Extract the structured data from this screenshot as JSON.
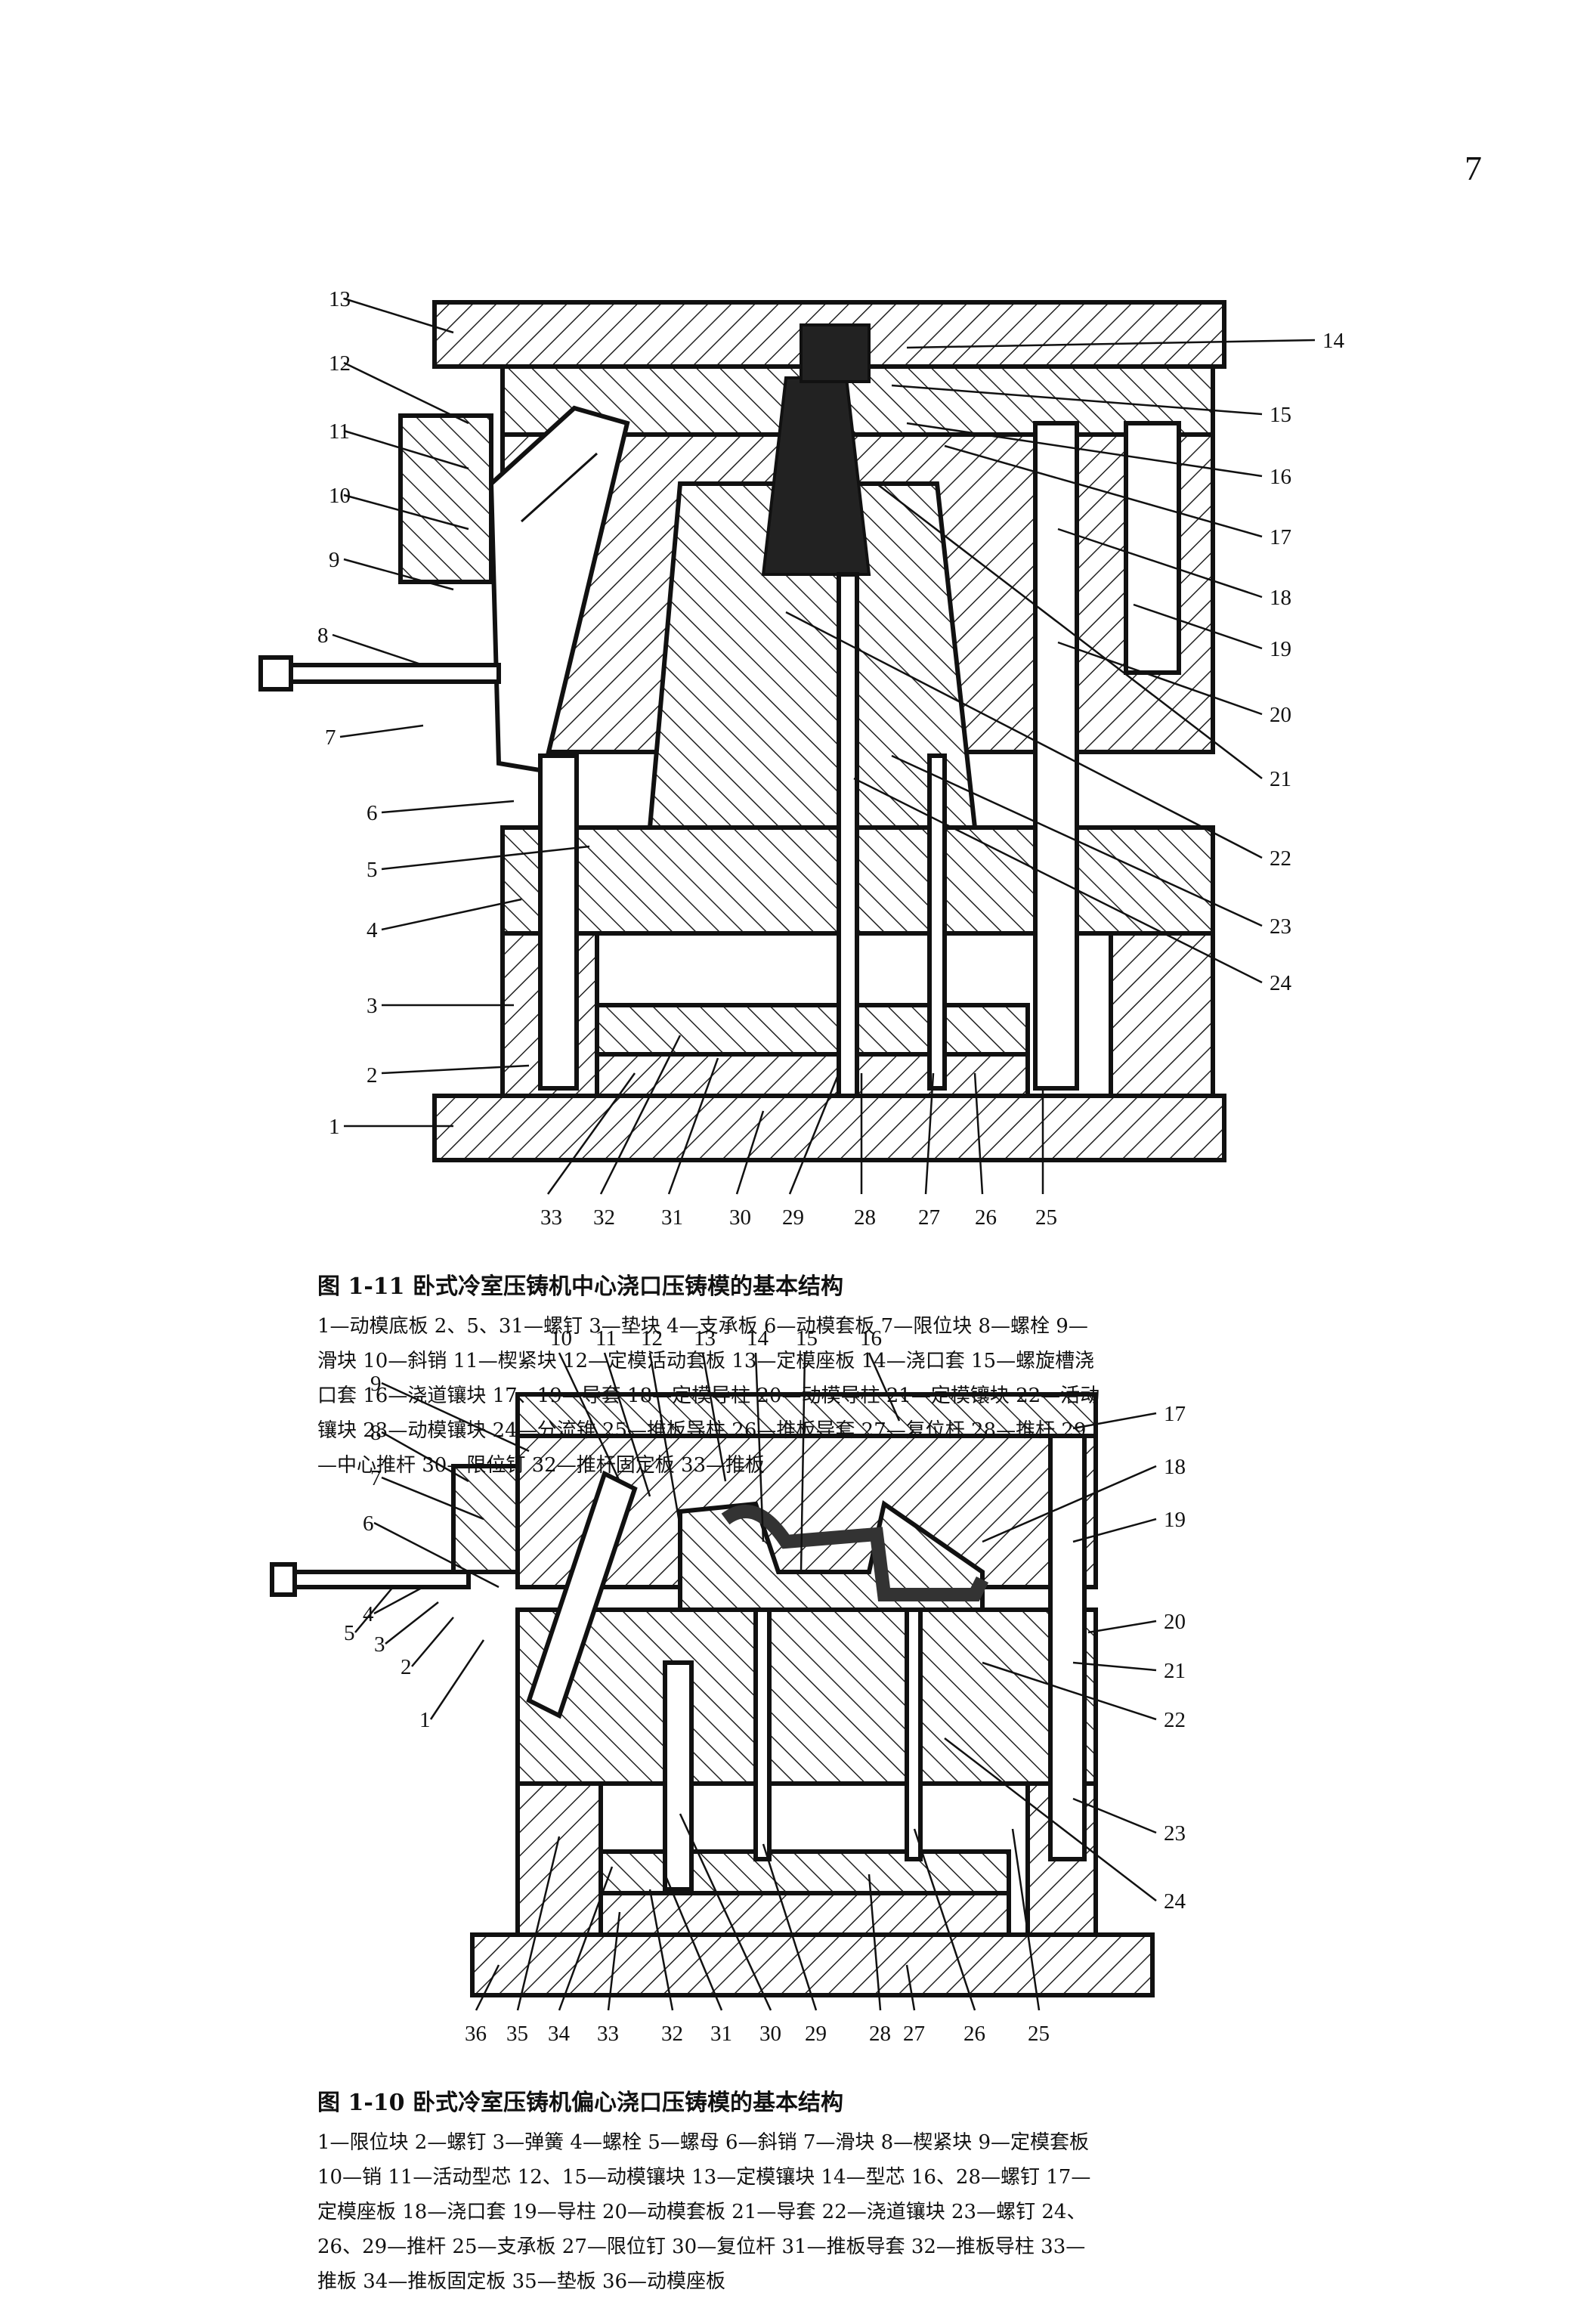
{
  "page": {
    "number": "7"
  },
  "figure_1_11": {
    "title": "图 1-11   卧式冷室压铸机中心浇口压铸模的基本结构",
    "legend": "1—动模底板  2、5、31—螺钉  3—垫块  4—支承板  6—动模套板  7—限位块  8—螺栓  9—滑块  10—斜销  11—楔紧块  12—定模活动套板  13—定模座板  14—浇口套  15—螺旋槽浇口套  16—浇道镶块  17、19—导套  18—定模导柱  20—动模导柱  21—定模镶块  22—活动镶块  23—动模镶块  24—分流锥  25—推板导柱  26—推板导套  27—复位杆  28—推杆  29—中心推杆  30—限位钉  32—推杆固定板  33—推板",
    "labels": [
      "1",
      "2",
      "3",
      "4",
      "5",
      "6",
      "7",
      "8",
      "9",
      "10",
      "11",
      "12",
      "13",
      "14",
      "15",
      "16",
      "17",
      "18",
      "19",
      "20",
      "21",
      "22",
      "23",
      "24",
      "25",
      "26",
      "27",
      "28",
      "29",
      "30",
      "31",
      "32",
      "33"
    ]
  },
  "figure_1_10": {
    "title": "图 1-10   卧式冷室压铸机偏心浇口压铸模的基本结构",
    "legend": "1—限位块  2—螺钉  3—弹簧  4—螺栓  5—螺母  6—斜销  7—滑块  8—楔紧块  9—定模套板  10—销  11—活动型芯  12、15—动模镶块  13—定模镶块  14—型芯  16、28—螺钉  17—定模座板  18—浇口套  19—导柱  20—动模套板  21—导套  22—浇道镶块  23—螺钉  24、26、29—推杆  25—支承板  27—限位钉  30—复位杆  31—推板导套  32—推板导柱  33—推板  34—推板固定板  35—垫板  36—动模座板",
    "labels": [
      "1",
      "2",
      "3",
      "4",
      "5",
      "6",
      "7",
      "8",
      "9",
      "10",
      "11",
      "12",
      "13",
      "14",
      "15",
      "16",
      "17",
      "18",
      "19",
      "20",
      "21",
      "22",
      "23",
      "24",
      "25",
      "26",
      "27",
      "28",
      "29",
      "30",
      "31",
      "32",
      "33",
      "34",
      "35",
      "36"
    ]
  }
}
